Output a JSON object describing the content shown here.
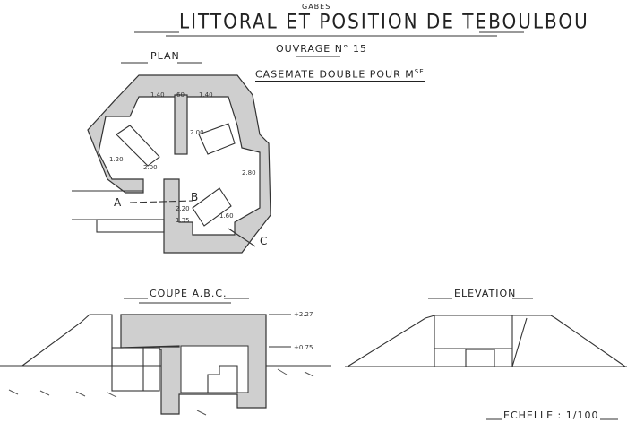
{
  "header": {
    "region": "GABES",
    "title": "LITTORAL ET POSITION DE TEBOULBOU",
    "ouvrage": "OUVRAGE N° 15",
    "subtitle": "CASEMATE DOUBLE POUR M",
    "subtitle_sup": "SE"
  },
  "plan": {
    "label": "PLAN",
    "section_marks": [
      "A",
      "B",
      "C"
    ],
    "dimensions": [
      "1.40",
      "60",
      "1.40",
      "2.00",
      "2.20",
      "1.35",
      "1.60",
      "2.80",
      "1.20",
      "2.00"
    ]
  },
  "section": {
    "label": "COUPE A.B.C.",
    "levels": [
      "+2.27",
      "+0.75"
    ]
  },
  "elevation": {
    "label": "ELEVATION"
  },
  "scale": {
    "label": "ECHELLE : 1/100"
  }
}
